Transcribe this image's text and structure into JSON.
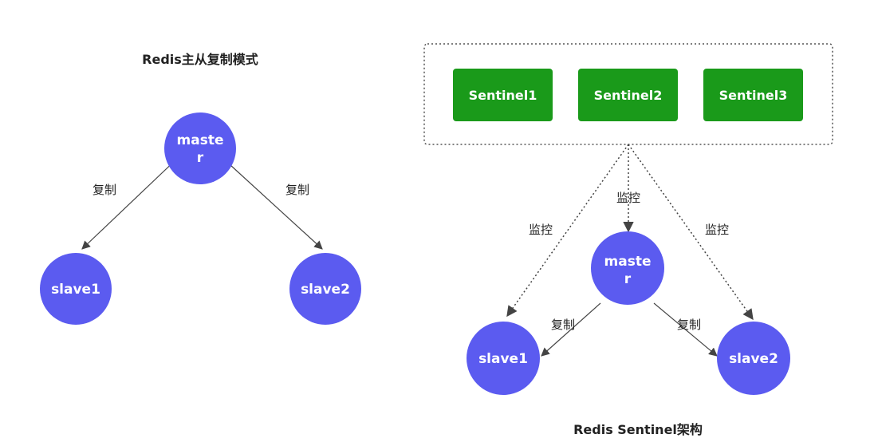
{
  "left_diagram": {
    "title": "Redis主从复制模式",
    "master": {
      "line1": "maste",
      "line2": "r"
    },
    "slave1": "slave1",
    "slave2": "slave2",
    "edge_left_label": "复制",
    "edge_right_label": "复制"
  },
  "right_diagram": {
    "title": "Redis Sentinel架构",
    "sentinels": [
      "Sentinel1",
      "Sentinel2",
      "Sentinel3"
    ],
    "master": {
      "line1": "maste",
      "line2": "r"
    },
    "slave1": "slave1",
    "slave2": "slave2",
    "monitor_left_label": "监控",
    "monitor_center_label": "监控",
    "monitor_right_label": "监控",
    "replicate_left_label": "复制",
    "replicate_right_label": "复制"
  },
  "colors": {
    "node_fill": "#5b5bf0",
    "sentinel_fill": "#1a9a1a",
    "edge": "#444444",
    "dotted_border": "#555555"
  }
}
